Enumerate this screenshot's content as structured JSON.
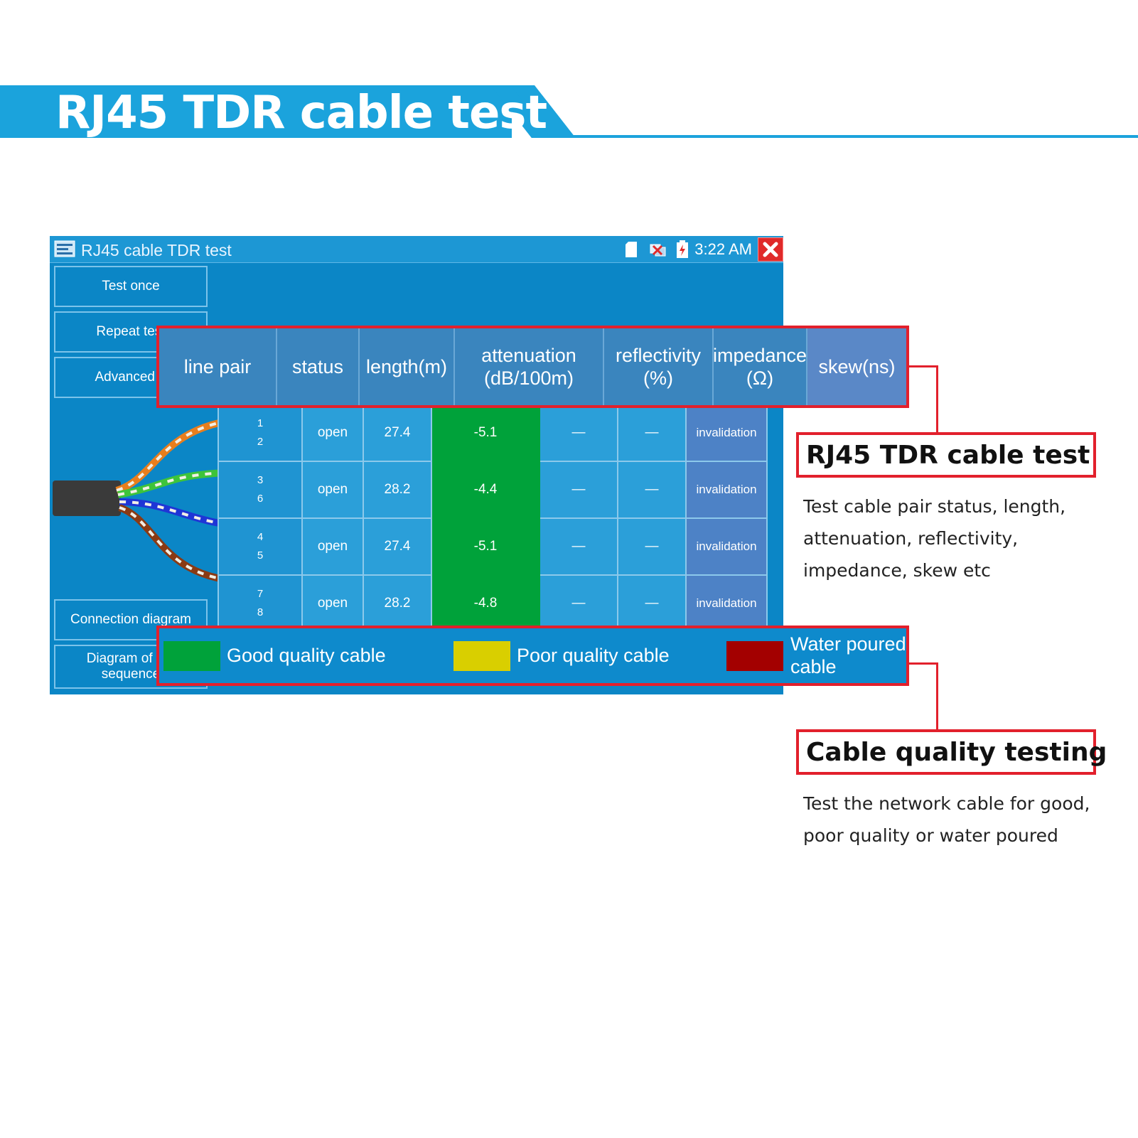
{
  "banner": {
    "title": "RJ45 TDR cable test",
    "color": "#1ba3dc"
  },
  "screen": {
    "title": "RJ45 cable TDR test",
    "time": "3:22 AM",
    "icons": [
      "app-icon",
      "sd-card-icon",
      "network-icon",
      "battery-charging-icon",
      "close-icon"
    ],
    "side_buttons": [
      "Test once",
      "Repeat test",
      "Advanced T",
      "Connection diagram",
      "Diagram of the sequence"
    ]
  },
  "table": {
    "headers": [
      {
        "l1": "line pair",
        "l2": ""
      },
      {
        "l1": "status",
        "l2": ""
      },
      {
        "l1": "length(m)",
        "l2": ""
      },
      {
        "l1": "attenuation",
        "l2": "(dB/100m)"
      },
      {
        "l1": "reflectivity",
        "l2": "(%)"
      },
      {
        "l1": "impedance",
        "l2": "(Ω)"
      },
      {
        "l1": "skew(ns)",
        "l2": ""
      }
    ],
    "rows": [
      {
        "pair_a": "1",
        "pair_b": "2",
        "status": "open",
        "length": "27.4",
        "attenuation": "-5.1",
        "reflectivity": "—",
        "impedance": "—",
        "skew": "invalidation"
      },
      {
        "pair_a": "3",
        "pair_b": "6",
        "status": "open",
        "length": "28.2",
        "attenuation": "-4.4",
        "reflectivity": "—",
        "impedance": "—",
        "skew": "invalidation"
      },
      {
        "pair_a": "4",
        "pair_b": "5",
        "status": "open",
        "length": "27.4",
        "attenuation": "-5.1",
        "reflectivity": "—",
        "impedance": "—",
        "skew": "invalidation"
      },
      {
        "pair_a": "7",
        "pair_b": "8",
        "status": "open",
        "length": "28.2",
        "attenuation": "-4.8",
        "reflectivity": "—",
        "impedance": "—",
        "skew": "invalidation"
      }
    ]
  },
  "legend": {
    "good": {
      "label": "Good quality cable",
      "color": "#00a23a"
    },
    "poor": {
      "label": "Poor quality cable",
      "color": "#d9cf00"
    },
    "water": {
      "label_1": "Water poured",
      "label_2": "cable",
      "color": "#a30000"
    }
  },
  "callouts": {
    "tdr": {
      "title": "RJ45 TDR cable test",
      "lines": [
        "Test cable pair status, length,",
        "attenuation, reflectivity,",
        "impedance, skew etc"
      ]
    },
    "quality": {
      "title": "Cable quality testing",
      "lines": [
        "Test the network cable for good,",
        "poor quality or water poured"
      ]
    }
  },
  "colors": {
    "callout_border": "#e2202c",
    "screen_bg": "#0b86c6"
  }
}
